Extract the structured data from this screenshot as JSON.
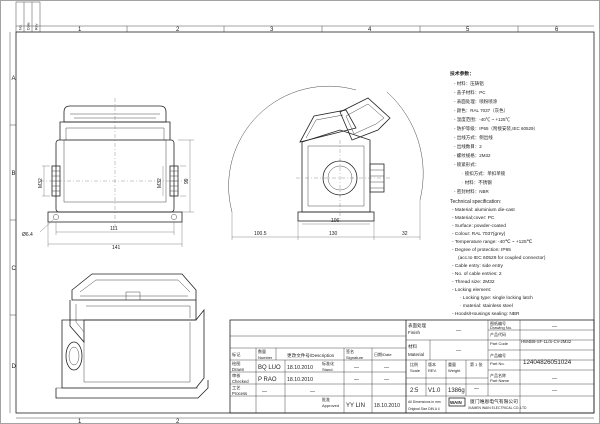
{
  "frame": {
    "col_numbers": [
      "1",
      "2",
      "3",
      "4",
      "5",
      "6"
    ],
    "row_letters": [
      "A",
      "B",
      "C",
      "D"
    ],
    "revision_header": [
      "No.",
      "Date",
      "Rev"
    ]
  },
  "dimensions": {
    "front_width_inner": "111",
    "front_width_outer": "141",
    "front_height": "99",
    "thread_left": "M32",
    "thread_right": "M32",
    "hole": "Ø6.4",
    "side_left": "100.5",
    "side_mid": "106",
    "side_bottom": "130",
    "side_right": "32"
  },
  "spec_cn": {
    "title": "技术参数：",
    "lines": [
      "- 材料：压铸铝",
      "- 盖子材料：PC",
      "- 表面处理：喷粉喷涂",
      "- 颜色：RAL 7037（灰色）",
      "- 温度范围：-40℃ ~ +125℃",
      "- 防护等级：IP65（附接安装,IEC 60529）",
      "- 出线方式：侧出线",
      "- 出线数目：2",
      "- 螺纹规格：2M32",
      "- 锁紧形式：",
      "· 锁扣方式：单扣单锁",
      "· 材料：不锈钢",
      "- 密封材料：NBR"
    ]
  },
  "spec_en": {
    "title": "Technical specification:",
    "lines": [
      "- Material: aluminium die-cast",
      "- Material;cover: PC",
      "- Surface: powder-coated",
      "- Colour: RAL 7037(grey)",
      "- Temperature range: -40℃ ~ +125℃",
      "- Degree of protection: IP65",
      "(acc.to IEC 60529 for coupled connector)",
      "- Cable entry: side entry",
      "- No. of cable entries: 2",
      "- Thread size: 2M32",
      "- Locking element:",
      "· Locking type: single locking latch",
      "· material: stainless steel",
      "- Hoods/Housings sealing: NBR"
    ]
  },
  "title_block": {
    "finish_cn": "表面处理",
    "finish_en": "Finish",
    "finish_val": "—",
    "drawing_no_cn": "图纸编号",
    "drawing_no_en": "Drawing No.",
    "drawing_no_val": "—",
    "part_code_cn": "产品代码",
    "part_code_en": "Part Code",
    "part_code_val": "HW4B8-SF-1L/S-CV-2M32",
    "material_cn": "材料",
    "material_en": "Material",
    "material_val": "—",
    "part_no_cn": "产品编号",
    "part_no_en": "Part No.",
    "part_no_val": "12404826051024",
    "part_name_cn": "产品名称",
    "part_name_en": "Part Name",
    "part_name_val": "—",
    "marks_cn": "标记",
    "number_cn": "数量",
    "number_en": "Number",
    "change_doc": "更改文件号/Description",
    "signature_cn": "签名",
    "signature_en": "Signature",
    "date_cn": "日期/Date",
    "stand_cn": "标准化",
    "stand_en": "Stand.",
    "approved_cn": "批准",
    "approved_en": "Approved",
    "drawn_cn": "绘图",
    "drawn_en": "Drawn",
    "drawn_by": "BQ LUO",
    "drawn_date": "18.10.2010",
    "checked_cn": "审核",
    "checked_en": "Checked",
    "checked_by": "P RAO",
    "checked_date": "18.10.2010",
    "process_cn": "工艺",
    "process_en": "Process",
    "approved_by": "YY LIN",
    "approved_date": "18.10.2010",
    "scale_cn": "比例",
    "scale_en": "Scale",
    "scale_val": "2:5",
    "version_cn": "版本",
    "version_en": "REV.",
    "version_val": "V1.0",
    "weight_cn": "重量",
    "weight_en": "Weight",
    "weight_val": "1386g",
    "sheet_cn": "第 1 张",
    "sheet_val": "—",
    "note1": "All Dimensions in mm",
    "note2": "Original Size DIN A 4",
    "company_cn": "厦门唯恩电气有限公司",
    "company_en": "XIAMEN WAIN ELECTRICAL CO.,LTD",
    "logo": "WAIN",
    "dash": "—"
  }
}
